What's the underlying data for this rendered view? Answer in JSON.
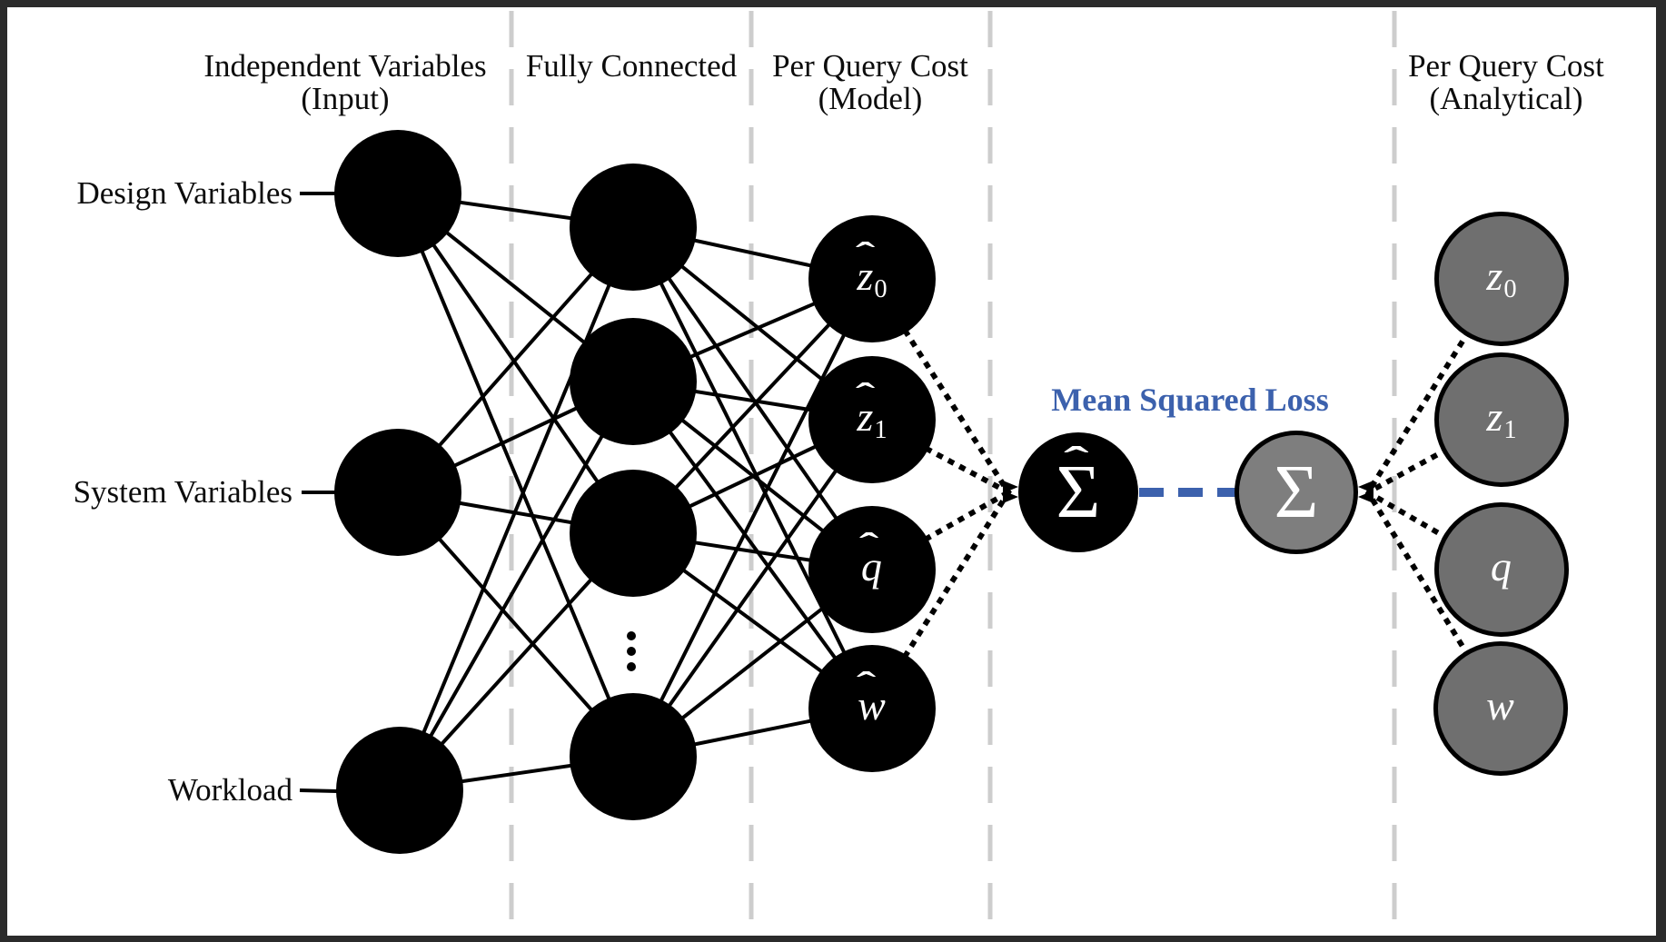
{
  "headers": [
    {
      "line1": "Independent Variables",
      "line2": "(Input)"
    },
    {
      "line1": "Fully Connected",
      "line2": ""
    },
    {
      "line1": "Per Query Cost",
      "line2": "(Model)"
    },
    {
      "line1": "Per Query Cost",
      "line2": "(Analytical)"
    }
  ],
  "input_labels": [
    {
      "text": "Design Variables"
    },
    {
      "text": "System Variables"
    },
    {
      "text": "Workload"
    }
  ],
  "loss_label": "Mean Squared Loss",
  "nodes": {
    "model": [
      {
        "hat": "ˆ",
        "base": "z",
        "sub": "0"
      },
      {
        "hat": "ˆ",
        "base": "z",
        "sub": "1"
      },
      {
        "hat": "ˆ",
        "base": "q",
        "sub": ""
      },
      {
        "hat": "ˆ",
        "base": "w",
        "sub": ""
      }
    ],
    "model_sum": {
      "hat": "ˆ",
      "base": "Σ",
      "sub": ""
    },
    "analytical_sum": {
      "hat": "",
      "base": "Σ",
      "sub": ""
    },
    "analytical": [
      {
        "hat": "",
        "base": "z",
        "sub": "0"
      },
      {
        "hat": "",
        "base": "z",
        "sub": "1"
      },
      {
        "hat": "",
        "base": "q",
        "sub": ""
      },
      {
        "hat": "",
        "base": "w",
        "sub": ""
      }
    ]
  },
  "colors": {
    "blue": "#3c61ad",
    "node_black": "#000000",
    "node_gray": "#6f6f6f",
    "sum_gray": "#7e7e7e",
    "divider": "#cdcdcd",
    "frame": "#2b2b2b",
    "edge": "#000000"
  }
}
